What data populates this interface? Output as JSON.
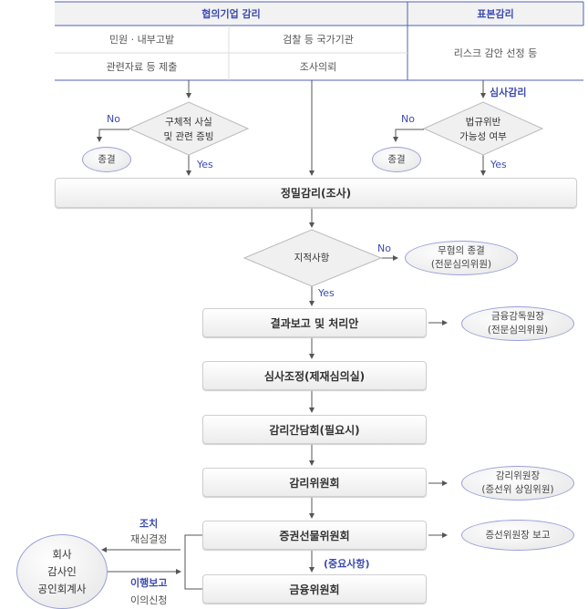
{
  "table": {
    "header_left": "협의기업 감리",
    "header_right": "표본감리",
    "r1c1": "민원 · 내부고발",
    "r1c2": "검찰 등 국가기관",
    "r2c1": "관련자료 등 제출",
    "r2c2": "조사의뢰",
    "right": "리스크 감안 선정 등"
  },
  "decision1": {
    "line1": "구체적 사실",
    "line2": "및 관련 증빙",
    "no": "No",
    "yes": "Yes",
    "end": "종결"
  },
  "decision2": {
    "tag": "심사감리",
    "line1": "법규위반",
    "line2": "가능성 여부",
    "no": "No",
    "yes": "Yes",
    "end": "종결"
  },
  "precise": "정밀감리(조사)",
  "decision3": {
    "label": "지적사항",
    "no": "No",
    "yes": "Yes",
    "end_line1": "무혐의 종결",
    "end_line2": "(전문심의위원)"
  },
  "steps": [
    "결과보고 및 처리안",
    "심사조정(제재심의실)",
    "감리간담회(필요시)",
    "감리위원회",
    "증권선물위원회",
    "금융위원회"
  ],
  "side": {
    "fss_line1": "금융감독원장",
    "fss_line2": "(전문심의위원)",
    "committee_line1": "감리위원장",
    "committee_line2": "(증선위 상임위원)",
    "sfc": "증선위원장 보고"
  },
  "important": "(중요사항)",
  "left": {
    "action": "조치",
    "recheck": "재심결정",
    "report": "이행보고",
    "appeal": "이의신청",
    "circle": [
      "회사",
      "감사인",
      "공인회계사"
    ]
  },
  "colors": {
    "accent": "#3c4bb0",
    "line": "#555555"
  }
}
